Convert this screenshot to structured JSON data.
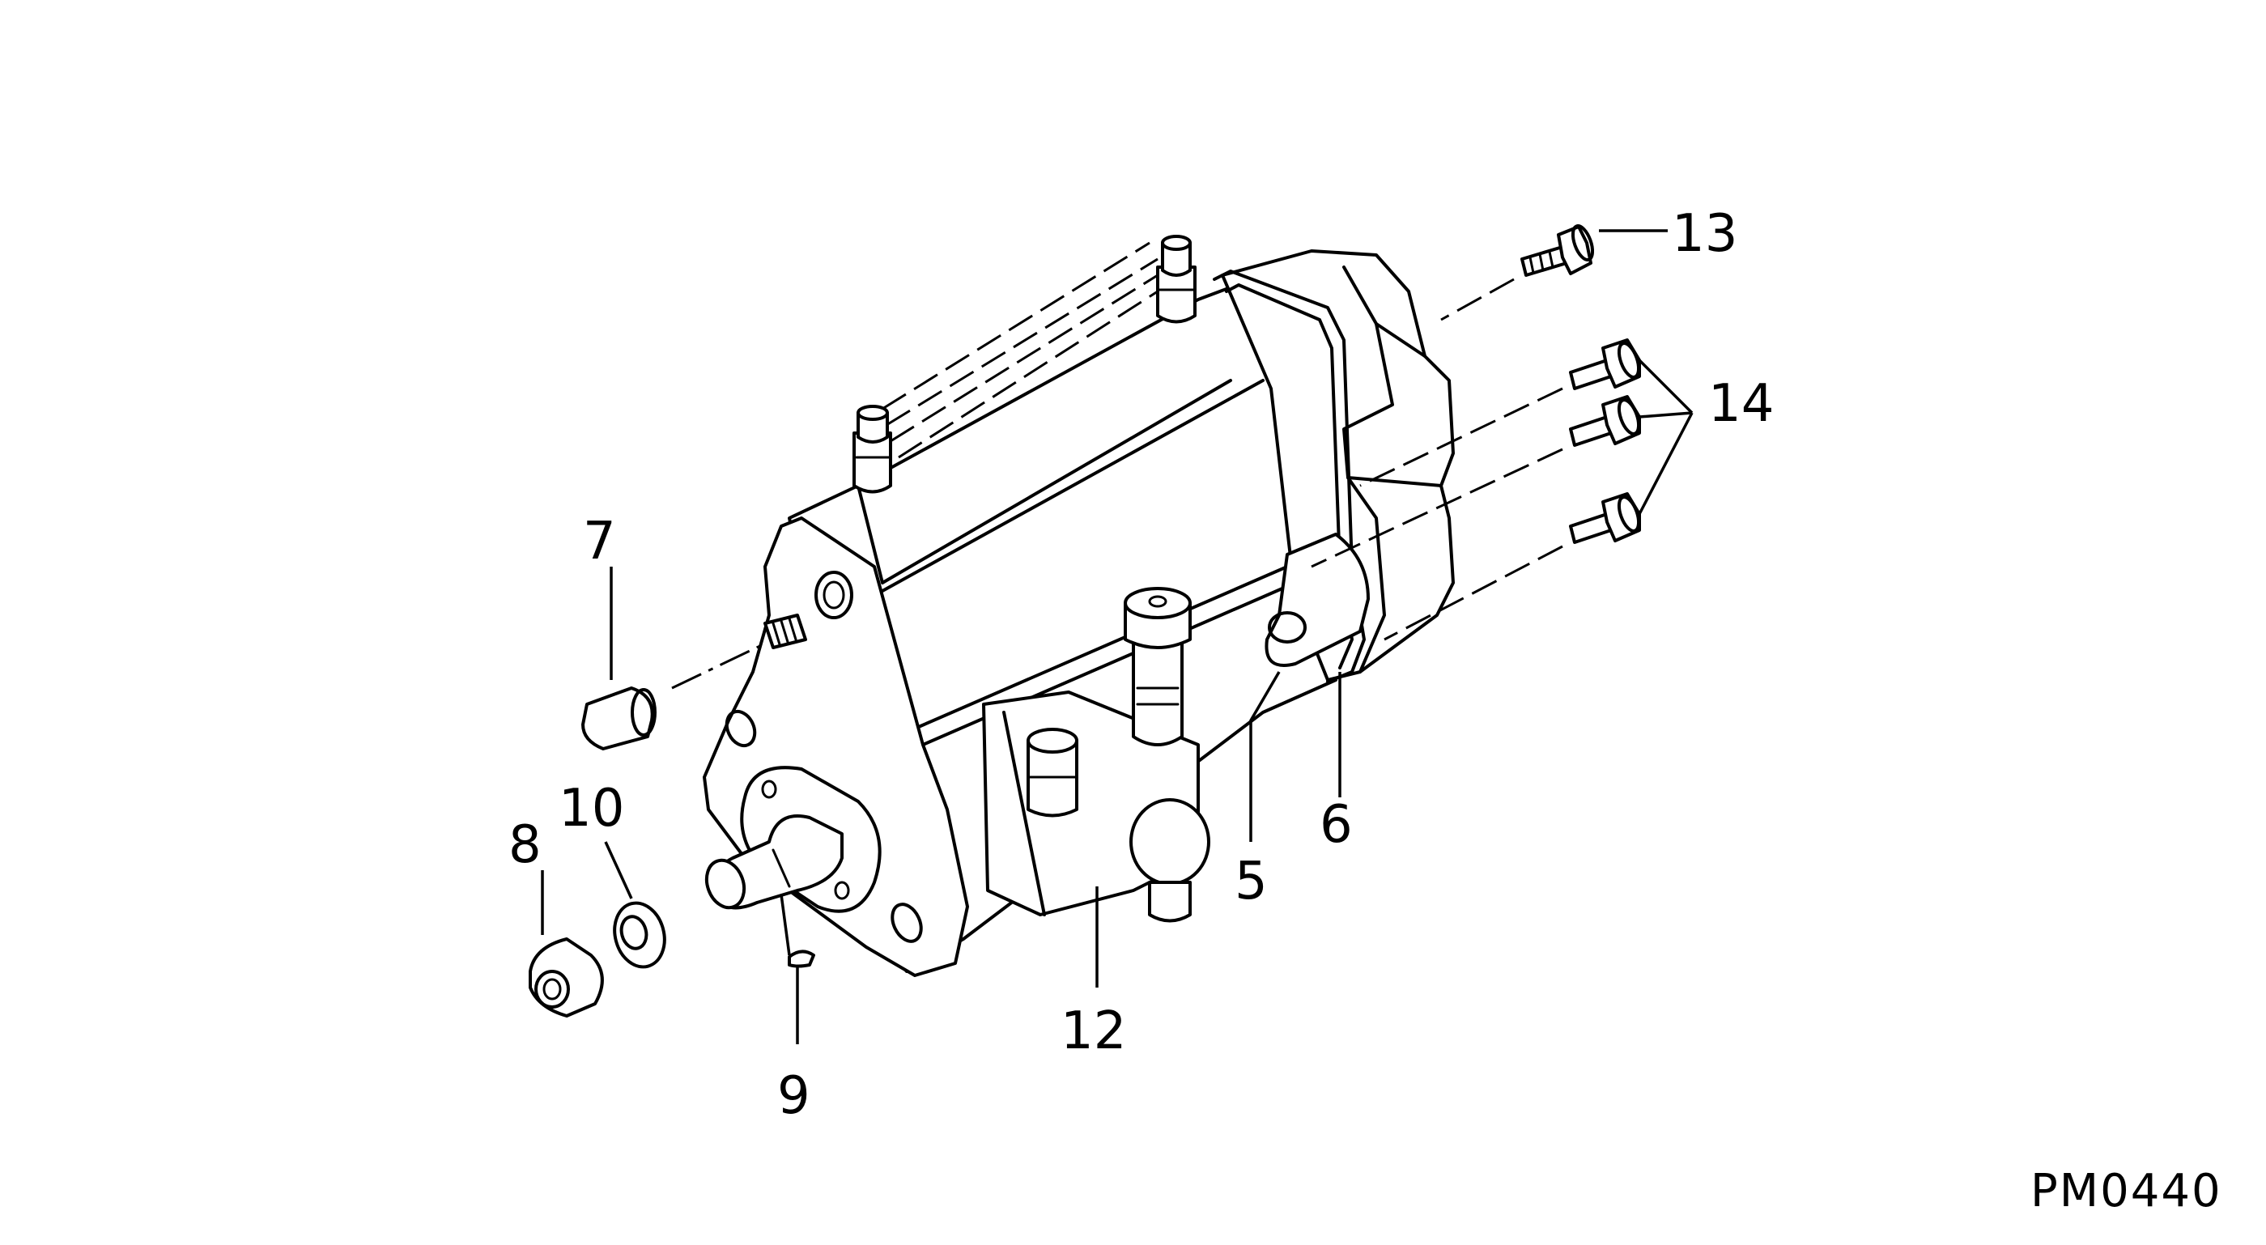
{
  "diagram": {
    "drawing_code": "PM0440",
    "callouts": [
      {
        "id": "5",
        "label": "5"
      },
      {
        "id": "6",
        "label": "6"
      },
      {
        "id": "7",
        "label": "7"
      },
      {
        "id": "8",
        "label": "8"
      },
      {
        "id": "9",
        "label": "9"
      },
      {
        "id": "10",
        "label": "10"
      },
      {
        "id": "12",
        "label": "12"
      },
      {
        "id": "13",
        "label": "13"
      },
      {
        "id": "14",
        "label": "14"
      }
    ]
  }
}
